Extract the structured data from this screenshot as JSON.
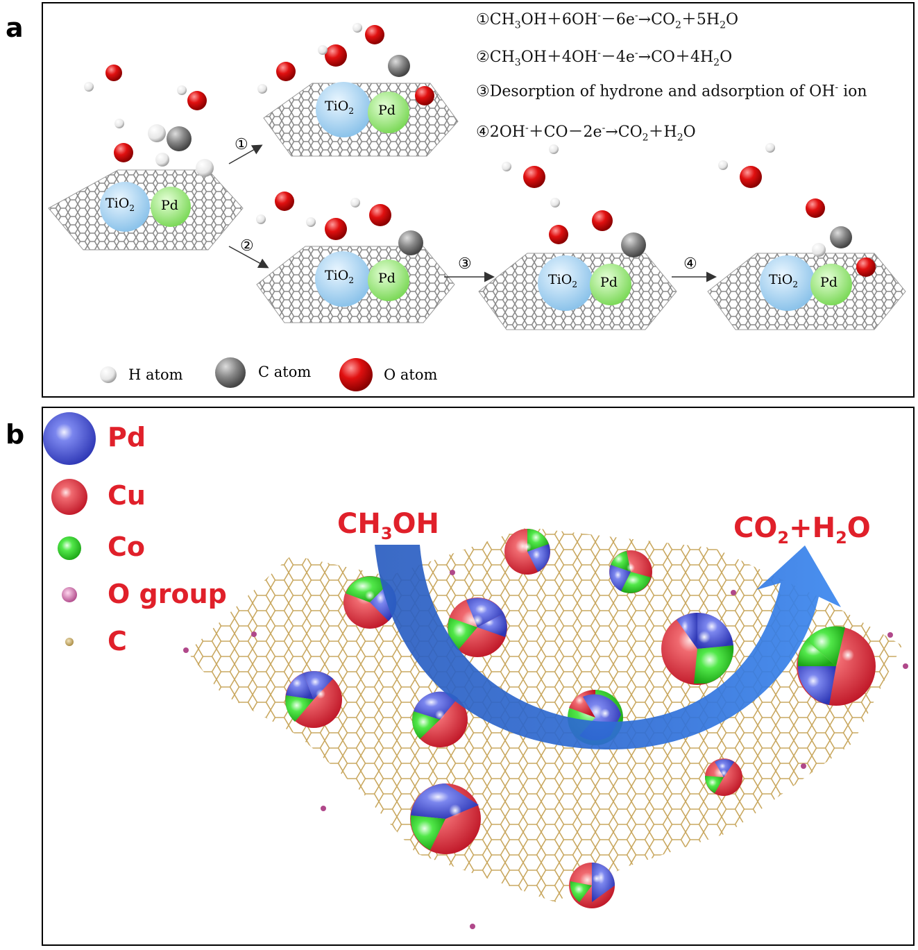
{
  "panels": {
    "a_label": "a",
    "b_label": "b"
  },
  "panel_a": {
    "equations": [
      {
        "num": "①",
        "pre": "CH",
        "s1": "3",
        "mid1": "OH＋6OH",
        "sup1": "-",
        "mid2": "－6e",
        "sup2": "-",
        "mid3": "→CO",
        "s2": "2",
        "mid4": "＋5H",
        "s3": "2",
        "post": "O"
      },
      {
        "num": "②",
        "pre": "CH",
        "s1": "3",
        "mid1": "OH＋4OH",
        "sup1": "-",
        "mid2": "－4e",
        "sup2": "-",
        "mid3": "→CO＋4H",
        "s2": "2",
        "post": "O"
      },
      {
        "num": "③",
        "text": "Desorption of hydrone and adsorption of OH",
        "sup": "-",
        "post": " ion"
      },
      {
        "num": "④",
        "pre": "2OH",
        "sup1": "-",
        "mid1": "＋CO－2e",
        "sup2": "-",
        "mid2": "→CO",
        "s1": "2",
        "mid3": "＋H",
        "s2": "2",
        "post": "O"
      }
    ],
    "step_labels": [
      "①",
      "②",
      "③",
      "④"
    ],
    "catalyst": {
      "tio2": "TiO",
      "tio2_sub": "2",
      "pd": "Pd"
    },
    "legend": [
      {
        "label": "H atom",
        "color": "#eeeeee"
      },
      {
        "label": "C atom",
        "color": "#888888"
      },
      {
        "label": "O atom",
        "color": "#e01010"
      }
    ]
  },
  "panel_b": {
    "legend": [
      {
        "label": "Pd",
        "color": "#4a5ad8"
      },
      {
        "label": "Cu",
        "color": "#e23b48"
      },
      {
        "label": "Co",
        "color": "#3ee034"
      },
      {
        "label": "O group",
        "color": "#c05a9a"
      },
      {
        "label": "C",
        "color": "#c9a860"
      }
    ],
    "reactant": {
      "pre": "CH",
      "sub": "3",
      "post": "OH"
    },
    "product": {
      "pre": "CO",
      "sub1": "2",
      "mid": "+H",
      "sub2": "2",
      "post": "O"
    },
    "colors": {
      "label_red": "#e0202a",
      "arrow_blue": "#2f6fd8",
      "graphene": "#c9a860"
    }
  }
}
